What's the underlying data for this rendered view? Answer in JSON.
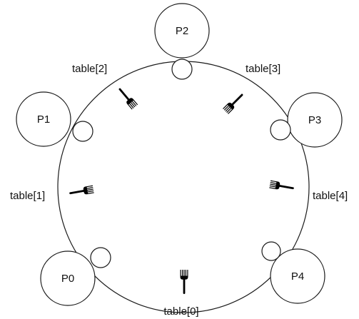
{
  "philosophers": [
    {
      "id": "p0",
      "label": "P0"
    },
    {
      "id": "p1",
      "label": "P1"
    },
    {
      "id": "p2",
      "label": "P2"
    },
    {
      "id": "p3",
      "label": "P3"
    },
    {
      "id": "p4",
      "label": "P4"
    }
  ],
  "forks": [
    {
      "id": "fork-0",
      "label": "table[0]",
      "icon": "fork-icon"
    },
    {
      "id": "fork-1",
      "label": "table[1]",
      "icon": "fork-icon"
    },
    {
      "id": "fork-2",
      "label": "table[2]",
      "icon": "fork-icon"
    },
    {
      "id": "fork-3",
      "label": "table[3]",
      "icon": "fork-icon"
    },
    {
      "id": "fork-4",
      "label": "table[4]",
      "icon": "fork-icon"
    }
  ]
}
